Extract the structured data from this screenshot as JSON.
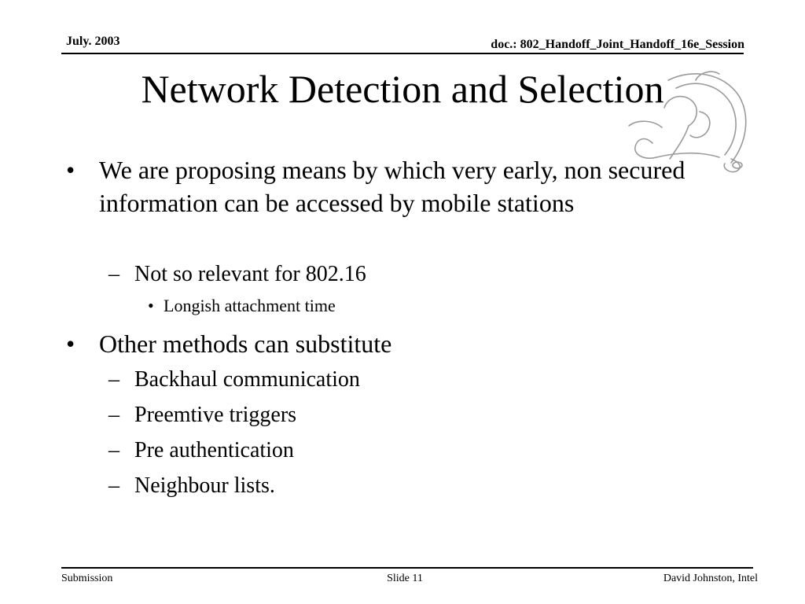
{
  "header": {
    "date": "July. 2003",
    "doc": "doc.: 802_Handoff_Joint_Handoff_16e_Session"
  },
  "slide": {
    "title": "Network Detection and Selection",
    "bullets": [
      {
        "marker": "•",
        "text": "We are proposing means by which very early, non secured information can be accessed by mobile stations",
        "sub": [
          {
            "marker": "–",
            "text": "Not so relevant for 802.16",
            "sub": [
              {
                "marker": "•",
                "text": "Longish attachment time"
              }
            ]
          }
        ]
      },
      {
        "marker": "•",
        "text": "Other methods can substitute",
        "sub": [
          {
            "marker": "–",
            "text": "Backhaul communication"
          },
          {
            "marker": "–",
            "text": "Preemtive triggers"
          },
          {
            "marker": "–",
            "text": "Pre authentication"
          },
          {
            "marker": "–",
            "text": "Neighbour lists."
          }
        ]
      }
    ]
  },
  "footer": {
    "left": "Submission",
    "center": "Slide 11",
    "right": "David Johnston, Intel"
  }
}
